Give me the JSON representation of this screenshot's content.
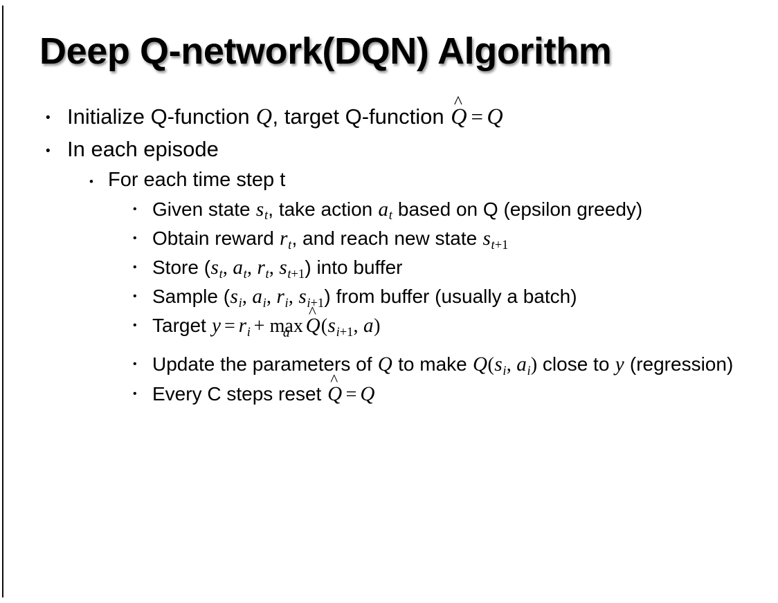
{
  "slide": {
    "title": "Deep Q-network(DQN) Algorithm",
    "background_color": "#ffffff",
    "text_color": "#000000",
    "bullet_glyph": "•"
  },
  "content": {
    "l1_initialize": {
      "pre": "Initialize Q-function ",
      "q1": "Q",
      "mid": ", target Q-function ",
      "qhat": "Q",
      "hat": "̂",
      "eq": "=",
      "q2": "Q"
    },
    "l1_in_each_episode": "In each episode",
    "l2_for_each_time_step": "For each time step t",
    "l3_given_state": {
      "pre": "Given state ",
      "s": "s",
      "s_sub": "t",
      "mid": ", take action ",
      "a": "a",
      "a_sub": "t",
      "post": " based on Q (epsilon greedy)"
    },
    "l3_obtain_reward": {
      "pre": "Obtain reward ",
      "r": "r",
      "r_sub": "t",
      "mid": ", and reach new state ",
      "s": "s",
      "s_sub_var": "t",
      "s_sub_num": "+1"
    },
    "l3_store": {
      "pre": "Store (",
      "s": "s",
      "s_sub": "t",
      "c1": ", ",
      "a": "a",
      "a_sub": "t",
      "c2": ", ",
      "r": "r",
      "r_sub": "t",
      "c3": ", ",
      "s2": "s",
      "s2_sub_var": "t",
      "s2_sub_num": "+1",
      "post": ") into buffer"
    },
    "l3_sample": {
      "pre": "Sample (",
      "s": "s",
      "s_sub": "i",
      "c1": ", ",
      "a": "a",
      "a_sub": "i",
      "c2": ", ",
      "r": "r",
      "r_sub": "i",
      "c3": ", ",
      "s2": "s",
      "s2_sub_var": "i",
      "s2_sub_num": "+1",
      "post": ") from buffer (usually a batch)"
    },
    "l3_target": {
      "pre": "Target ",
      "y": "y",
      "eq": "=",
      "r": "r",
      "r_sub": "i",
      "plus": "+",
      "max": "max",
      "max_under": "a",
      "qhat": "Q",
      "hat": "̂",
      "paren_open": "(",
      "s": "s",
      "s_sub_var": "i",
      "s_sub_num": "+1",
      "comma": ", ",
      "a": "a",
      "paren_close": ")"
    },
    "l3_update": {
      "pre": "Update the parameters of ",
      "q1": "Q",
      "mid": " to make ",
      "q2": "Q",
      "paren_open": "(",
      "s": "s",
      "s_sub": "i",
      "comma": ", ",
      "a": "a",
      "a_sub": "i",
      "paren_close": ")",
      "post": " close to ",
      "y": "y",
      "tail": " (regression)"
    },
    "l3_reset": {
      "pre": "Every C steps reset ",
      "qhat": "Q",
      "hat": "̂",
      "eq": "=",
      "q": "Q"
    }
  }
}
